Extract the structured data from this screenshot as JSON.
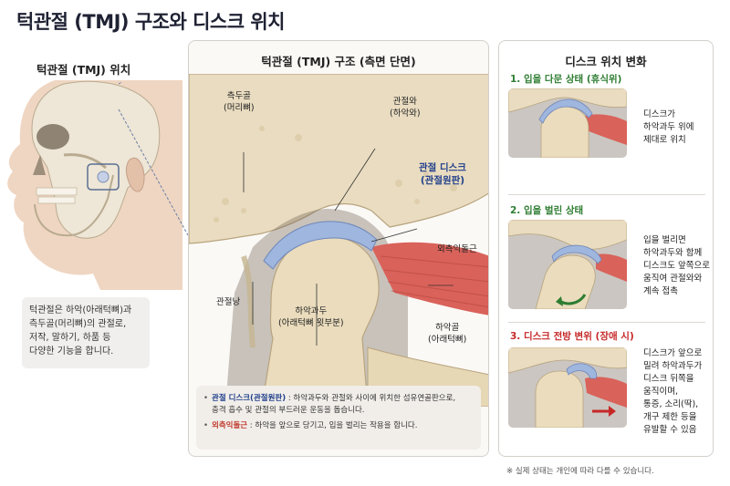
{
  "title": "턱관절 (TMJ) 구조와 디스크 위치",
  "left": {
    "title": "턱관절 (TMJ) 위치",
    "note_lines": [
      "턱관절은 하악(아래턱뼈)과",
      "측두골(머리뼈)의 관절로,",
      "저작, 말하기, 하품 등",
      "다양한 기능을 합니다."
    ]
  },
  "center": {
    "title": "턱관절 (TMJ) 구조 (측면 단면)",
    "labels": {
      "temporal": [
        "측두골",
        "(머리뼈)"
      ],
      "fossa": [
        "관절와",
        "(하악와)"
      ],
      "disc": [
        "관절 디스크",
        "(관절원판)"
      ],
      "muscle": "외측익돌근",
      "capsule": "관절낭",
      "condyle": [
        "하악과두",
        "(아래턱뼈 윗부분)"
      ],
      "mandible": [
        "하악골",
        "(아래턱뼈)"
      ]
    },
    "legend": [
      {
        "key": "관절 디스크(관절원판)",
        "sep": " : ",
        "text_1": "하악과두와 관절와 사이에 위치한 섬유연골판으로,",
        "text_2": "충격 흡수 및 관절의 부드러운 운동을 돕습니다."
      },
      {
        "key": "외측익돌근",
        "sep": " : ",
        "text_1": "하악을 앞으로 당기고, 입을 벌리는 작용을 합니다."
      }
    ]
  },
  "right": {
    "title": "디스크 위치 변화",
    "states": [
      {
        "title": "1. 입을 다문 상태 (휴식위)",
        "desc": [
          "디스크가",
          "하악과두 위에",
          "제대로 위치"
        ]
      },
      {
        "title": "2. 입을 벌린 상태",
        "desc": [
          "입을 벌리면",
          "하악과두와 함께",
          "디스크도 앞쪽으로",
          "움직여 관절와와",
          "계속 접촉"
        ]
      },
      {
        "title": "3. 디스크 전방 변위 (장애 시)",
        "desc": [
          "디스크가 앞으로",
          "밀려 하악과두가",
          "디스크 뒤쪽을",
          "움직이며,",
          "통증, 소리(딱),",
          "개구 제한 등을",
          "유발할 수 있음"
        ]
      }
    ]
  },
  "footnote": "※ 실제 상태는 개인에 따라 다를 수 있습니다.",
  "colors": {
    "bone": "#e9dcc0",
    "disc": "#9fb6de",
    "muscle": "#d9625a",
    "green": "#2e7d32",
    "red": "#c62828",
    "blue_text": "#23418c"
  }
}
